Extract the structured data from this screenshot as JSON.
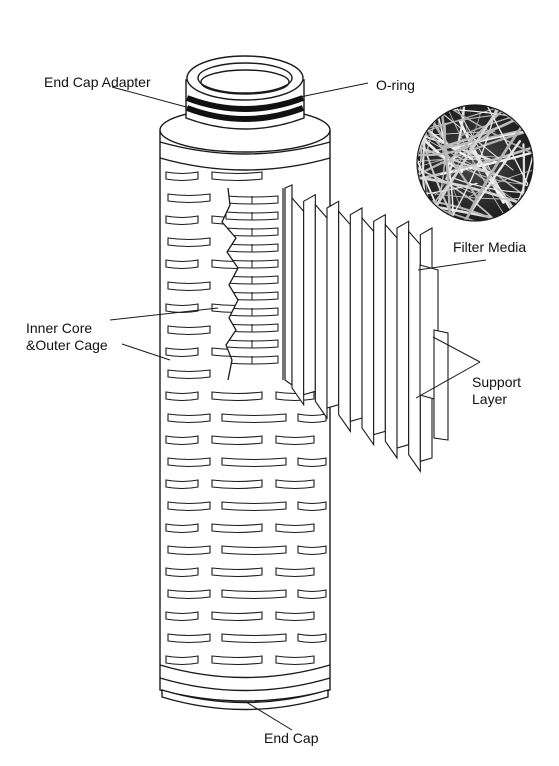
{
  "labels": {
    "end_cap_adapter": "End Cap Adapter",
    "o_ring": "O-ring",
    "filter_media": "Filter Media",
    "inner_core_outer_cage": "Inner Core\n&Outer Cage",
    "support_layer": "Support\nLayer",
    "end_cap": "End Cap"
  },
  "colors": {
    "line": "#1a1a1a",
    "o_ring": "#111111",
    "paper": "#ffffff"
  },
  "icons": {
    "magnified_fibers": "filter-media-fiber-closeup"
  }
}
